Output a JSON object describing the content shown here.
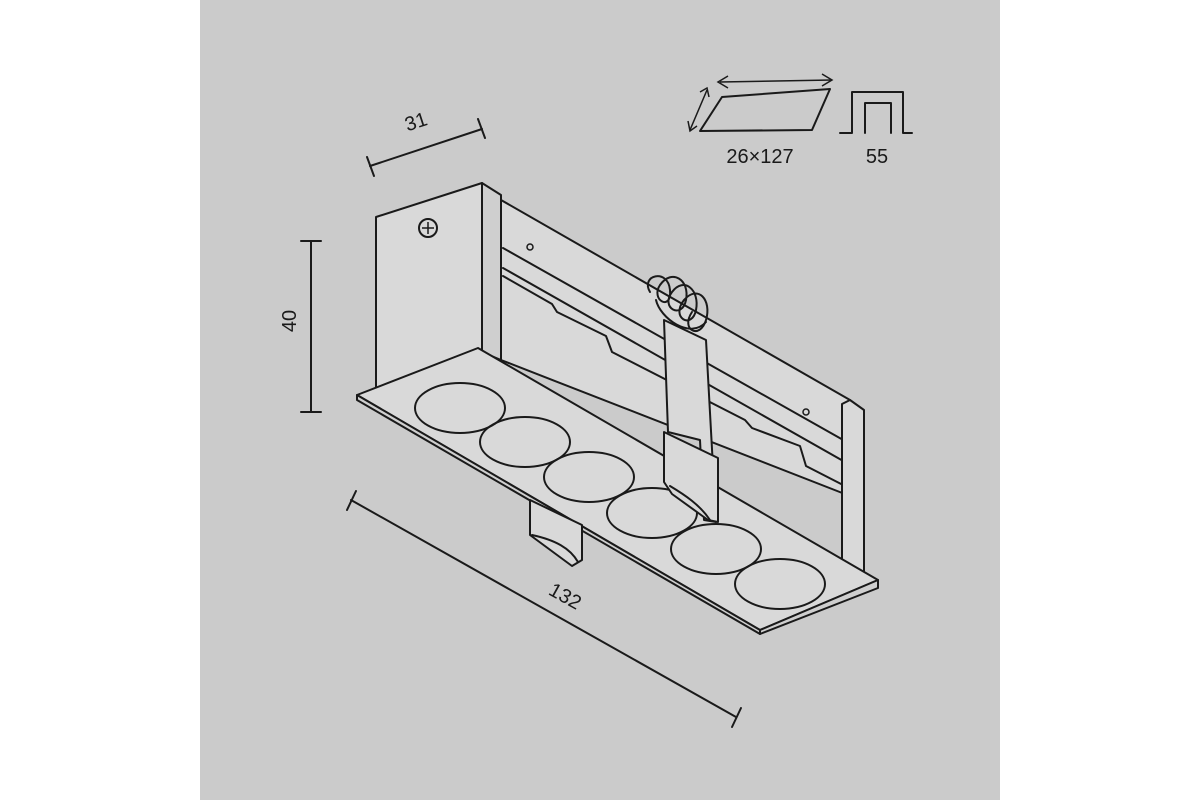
{
  "dimensions": {
    "width": "31",
    "height": "40",
    "length": "132"
  },
  "cutout": {
    "size": "26×127",
    "depth": "55"
  },
  "colors": {
    "background": "#ffffff",
    "panel": "#cbcbcb",
    "line": "#1a1a1a",
    "fill": "#d9d9d9"
  }
}
